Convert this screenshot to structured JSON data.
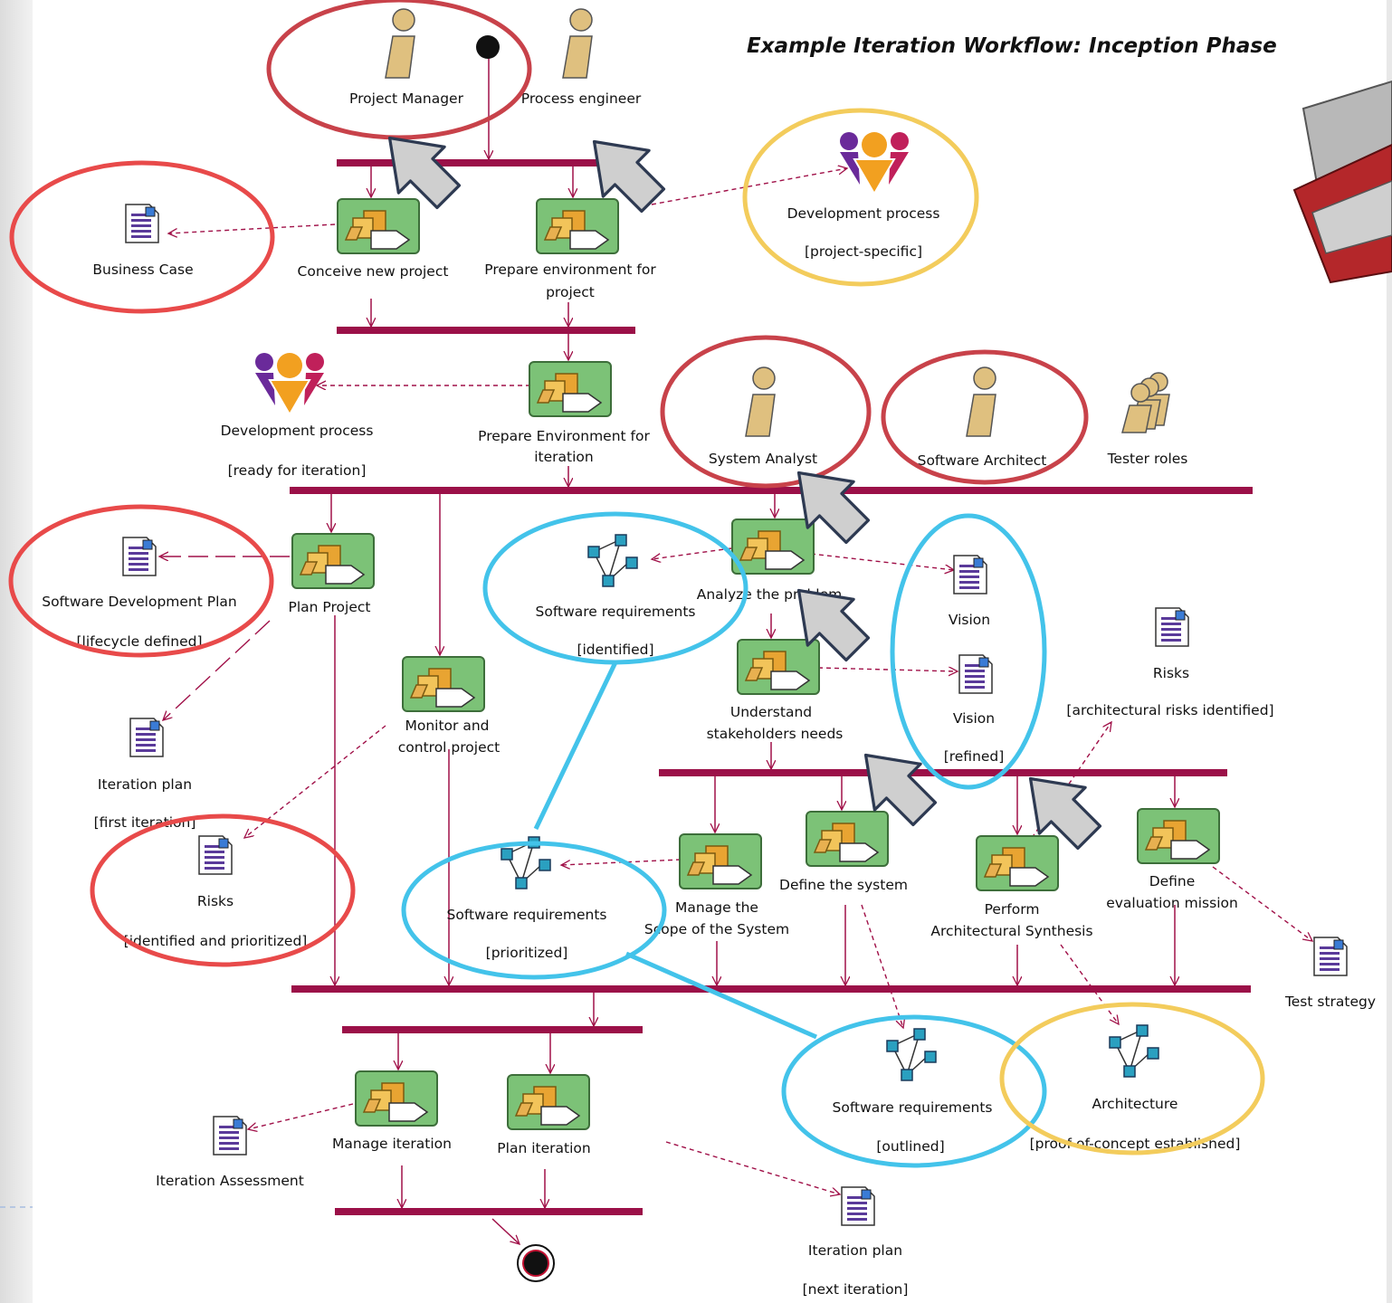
{
  "title": "Example Iteration Workflow: Inception Phase",
  "roles": {
    "project_manager": "Project Manager",
    "process_engineer": "Process engineer",
    "system_analyst": "System Analyst",
    "software_architect": "Software Architect",
    "tester_roles": "Tester roles"
  },
  "activities": {
    "conceive": "Conceive new project",
    "prepare_env_project_1": "Prepare environment for",
    "prepare_env_project_2": "project",
    "prepare_env_iter_1": "Prepare Environment for",
    "prepare_env_iter_2": "iteration",
    "plan_project": "Plan Project",
    "monitor_1": "Monitor and",
    "monitor_2": "control project",
    "analyze": "Analyze the problem",
    "understand_1": "Understand",
    "understand_2": "stakeholders needs",
    "manage_scope_1": "Manage the",
    "manage_scope_2": "Scope of the System",
    "define_system": "Define the system",
    "arch_synth_1": "Perform",
    "arch_synth_2": "Architectural Synthesis",
    "define_eval_1": "Define",
    "define_eval_2": "evaluation mission",
    "manage_iteration": "Manage iteration",
    "plan_iteration": "Plan iteration"
  },
  "artifacts": {
    "business_case": "Business Case",
    "dev_process_specific": "Development process",
    "dev_process_specific_state": "[project-specific]",
    "dev_process_ready": "Development process",
    "dev_process_ready_state": "[ready for iteration]",
    "sdp": "Software Development Plan",
    "sdp_state": "[lifecycle defined]",
    "iteration_plan_first": "Iteration plan",
    "iteration_plan_first_state": "[first iteration]",
    "risks_identified": "Risks",
    "risks_identified_state": "[identified and prioritized]",
    "sw_req_identified": "Software requirements",
    "sw_req_identified_state": "[identified]",
    "vision": "Vision",
    "vision_refined": "Vision",
    "vision_refined_state": "[refined]",
    "risks_arch": "Risks",
    "risks_arch_state": "[architectural risks identified]",
    "sw_req_prioritized": "Software requirements",
    "sw_req_prioritized_state": "[prioritized]",
    "test_strategy": "Test strategy",
    "sw_req_outlined": "Software requirements",
    "sw_req_outlined_state": "[outlined]",
    "architecture": "Architecture",
    "architecture_state": "[proof-of-concept established]",
    "iteration_assessment": "Iteration Assessment",
    "iteration_plan_next": "Iteration plan",
    "iteration_plan_next_state": "[next iteration]"
  },
  "colors": {
    "sync_bar": "#9b1048",
    "flow": "#a01048",
    "highlight_red": "#e84a4a",
    "highlight_darkred": "#c8424a",
    "highlight_yellow": "#f3cc5c",
    "highlight_blue": "#43c3ea",
    "activity_fill": "#7cc277",
    "role_fill": "#dfc07f"
  },
  "icons": [
    "actor-icon",
    "activity-icon",
    "document-icon",
    "model-icon",
    "process-icon",
    "team-icon",
    "toolbox-icon",
    "pointer-arrow-icon"
  ]
}
